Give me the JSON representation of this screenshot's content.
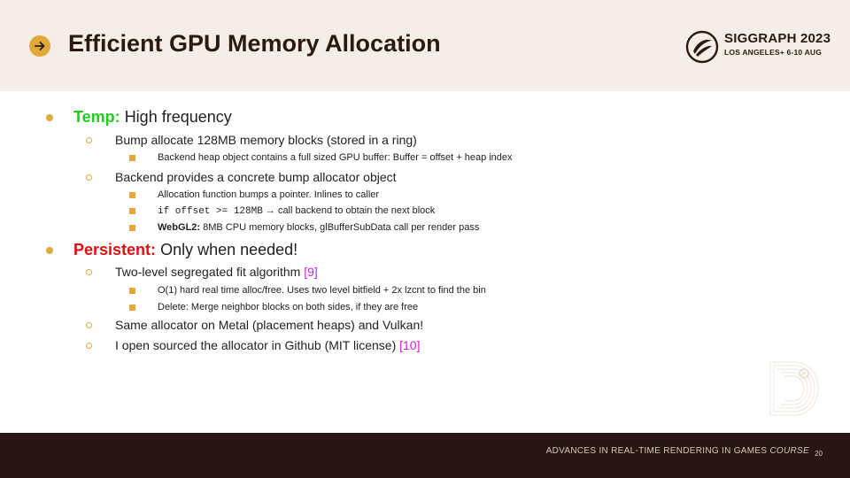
{
  "title": "Efficient GPU Memory Allocation",
  "logo": {
    "name": "SIGGRAPH 2023",
    "subtitle": "LOS ANGELES+  6-10 AUG"
  },
  "bullets": {
    "temp": {
      "label": "Temp:",
      "text": "High frequency",
      "sub1": {
        "text": "Bump allocate 128MB memory blocks (stored in a ring)",
        "items": [
          "Backend heap object contains a full sized GPU buffer: Buffer = offset + heap index"
        ]
      },
      "sub2": {
        "text": "Backend provides a concrete bump allocator object",
        "item1": "Allocation function bumps a pointer. Inlines to caller",
        "item2_code": "if offset >= 128MB",
        "item2_text": " → call backend to obtain the next block",
        "item3_bold": "WebGL2:",
        "item3_text": " 8MB CPU memory blocks, glBufferSubData call per render pass"
      }
    },
    "persistent": {
      "label": "Persistent:",
      "text": "Only when needed!",
      "sub1": {
        "text": "Two-level segregated fit algorithm ",
        "ref": "[9]",
        "item1": "O(1) hard real time alloc/free. Uses two level bitfield + 2x lzcnt to find the bin",
        "item2": "Delete: Merge neighbor blocks on both sides, if they are free"
      },
      "sub2": {
        "text": "Same allocator on Metal (placement heaps) and Vulkan!"
      },
      "sub3": {
        "text": "I open sourced the allocator in Github (MIT license) ",
        "ref": "[10]"
      }
    }
  },
  "footer": {
    "text": "ADVANCES IN REAL-TIME  RENDERING  IN GAMES ",
    "course": "COURSE",
    "page": "20"
  }
}
